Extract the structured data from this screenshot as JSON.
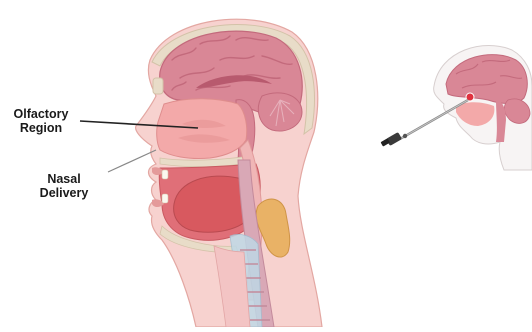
{
  "labels": {
    "olfactory_line1": "Olfactory",
    "olfactory_line2": "Region",
    "nasal_line1": "Nasal",
    "nasal_line2": "Delivery"
  },
  "colors": {
    "skin": "#f7d2cf",
    "skin_outline": "#e3a7a2",
    "brain": "#d98796",
    "brain_fold": "#c36a7c",
    "nasal_cavity": "#f3a9a9",
    "oral_cavity": "#e06f78",
    "tongue": "#d8595f",
    "spine": "#d9a8b6",
    "bone": "#e8dcc8",
    "gland": "#e9b266",
    "pointer_line": "#222222"
  },
  "icons": {
    "endoscope": "nasal-endoscope-icon",
    "target_marker": "olfactory-target-icon"
  }
}
